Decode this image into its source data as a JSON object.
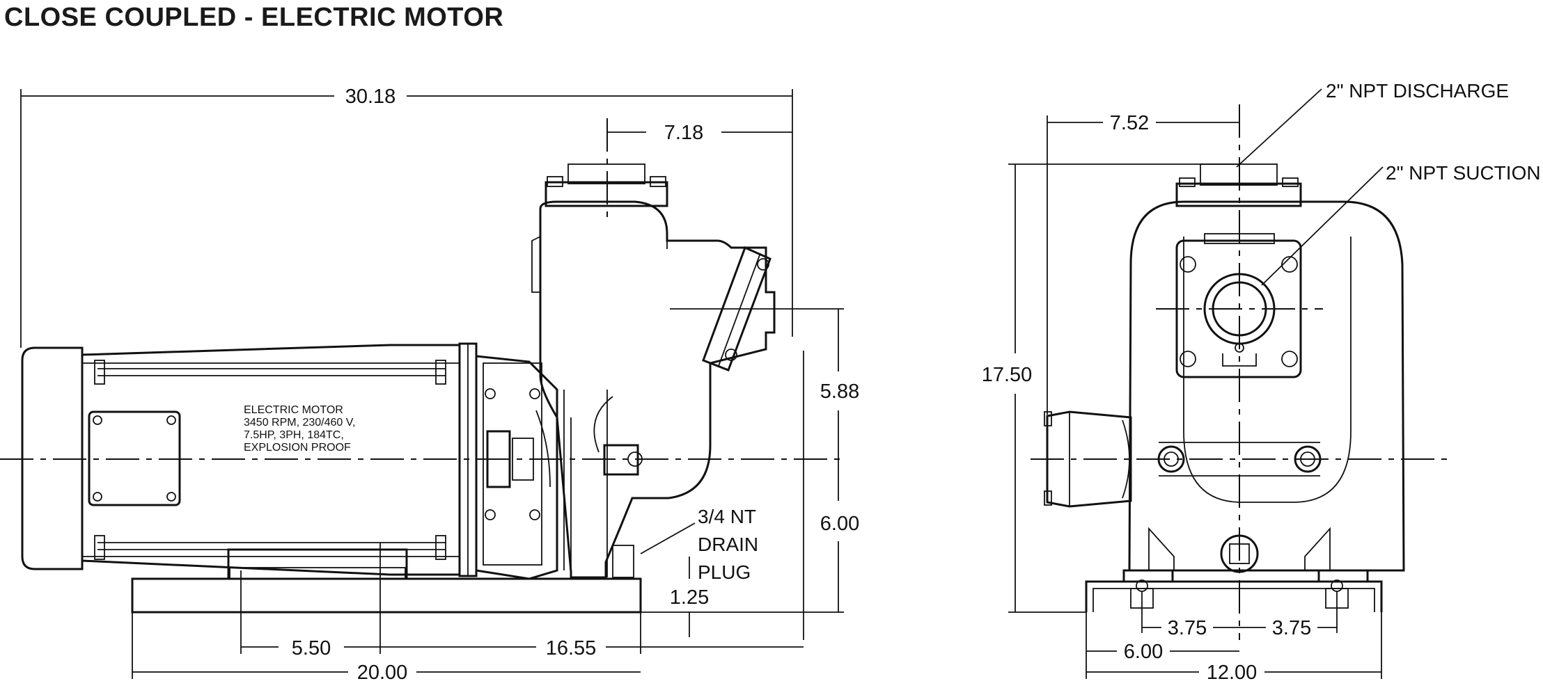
{
  "title": "CLOSE COUPLED - ELECTRIC MOTOR",
  "side_view": {
    "dim_overall_length": "30.18",
    "dim_discharge_to_end": "7.18",
    "dim_centerline_upper": "5.88",
    "dim_centerline_lower": "6.00",
    "dim_base_height": "1.25",
    "dim_base_hole_left": "5.50",
    "dim_base_hole_right": "16.55",
    "dim_base_length": "20.00",
    "motor_note": [
      "ELECTRIC MOTOR",
      "3450 RPM, 230/460 V,",
      "7.5HP, 3PH, 184TC,",
      "EXPLOSION PROOF"
    ],
    "drain_label": [
      "3/4 NT",
      "DRAIN",
      "PLUG"
    ]
  },
  "front_view": {
    "dim_discharge_offset": "7.52",
    "dim_overall_height": "17.50",
    "dim_hole_left": "3.75",
    "dim_hole_right": "3.75",
    "dim_half_width": "6.00",
    "dim_base_width": "12.00",
    "discharge_label": "2\" NPT DISCHARGE",
    "suction_label": "2\" NPT SUCTION"
  }
}
